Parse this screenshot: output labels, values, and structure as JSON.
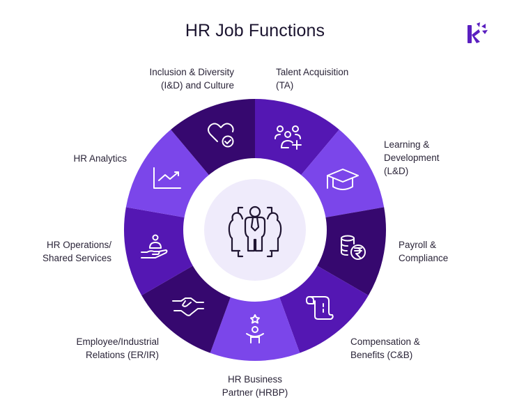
{
  "title": "HR Job Functions",
  "logo": {
    "icon": "brand-k-logo-icon",
    "color": "#5a1fc0"
  },
  "colors": {
    "dark": "#36086f",
    "medium": "#5417b3",
    "light": "#7b46ea",
    "center_fill": "#efebfb",
    "icon_stroke": "#ffffff",
    "center_icon_stroke": "#1e1430"
  },
  "center": {
    "icon": "people-team-focus-icon"
  },
  "segments": [
    {
      "id": "ta",
      "icon": "users-add-icon",
      "color": "medium",
      "label_lines": [
        "Talent Acquisition",
        "(TA)"
      ]
    },
    {
      "id": "ld",
      "icon": "graduation-cap-icon",
      "color": "light",
      "label_lines": [
        "Learning &",
        "Development",
        "(L&D)"
      ]
    },
    {
      "id": "payroll",
      "icon": "coins-rupee-icon",
      "color": "dark",
      "label_lines": [
        "Payroll &",
        "Compliance"
      ]
    },
    {
      "id": "cb",
      "icon": "scroll-document-icon",
      "color": "medium",
      "label_lines": [
        "Compensation &",
        "Benefits (C&B)"
      ]
    },
    {
      "id": "hrbp",
      "icon": "person-star-icon",
      "color": "light",
      "label_lines": [
        "HR Business",
        "Partner (HRBP)"
      ]
    },
    {
      "id": "er",
      "icon": "handshake-icon",
      "color": "dark",
      "label_lines": [
        "Employee/Industrial",
        "Relations (ER/IR)"
      ]
    },
    {
      "id": "ops",
      "icon": "hand-person-icon",
      "color": "medium",
      "label_lines": [
        "HR Operations/",
        "Shared Services"
      ]
    },
    {
      "id": "analytics",
      "icon": "trend-chart-icon",
      "color": "light",
      "label_lines": [
        "HR Analytics"
      ]
    },
    {
      "id": "id",
      "icon": "heart-check-icon",
      "color": "dark",
      "label_lines": [
        "Inclusion & Diversity",
        "(I&D) and Culture"
      ]
    }
  ]
}
